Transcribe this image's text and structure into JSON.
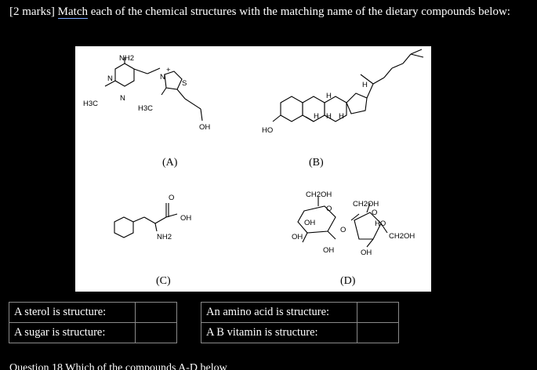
{
  "question": {
    "marks": "[2 marks]",
    "verb": "Match",
    "text": "each of the chemical structures with the matching name of the dietary compounds below:"
  },
  "structures": {
    "A": {
      "caption": "(A)",
      "labels": {
        "nh2": "NH2",
        "n1": "N",
        "n2": "N",
        "n_plus": "N",
        "plus": "+",
        "s": "S",
        "h3c_1": "H3C",
        "h3c_2": "H3C",
        "oh": "OH"
      }
    },
    "B": {
      "caption": "(B)",
      "labels": {
        "ho": "HO",
        "h1": "H",
        "h2": "H",
        "h3": "H",
        "h4": "H",
        "h5": "H"
      }
    },
    "C": {
      "caption": "(C)",
      "labels": {
        "o": "O",
        "oh": "OH",
        "nh2": "NH2"
      }
    },
    "D": {
      "caption": "(D)",
      "labels": {
        "ch2oh_1": "CH2OH",
        "ch2oh_2": "CH2OH",
        "ch2oh_3": "CH2OH",
        "o1": "O",
        "o2": "O",
        "o3": "O",
        "oh1": "OH",
        "oh2": "OH",
        "oh3": "OH",
        "oh4": "OH",
        "ho": "HO"
      }
    }
  },
  "answers": [
    {
      "prompt": "A sterol is structure:",
      "value": ""
    },
    {
      "prompt": "A sugar is structure:",
      "value": ""
    },
    {
      "prompt": "An amino acid is structure:",
      "value": ""
    },
    {
      "prompt": "A B vitamin is structure:",
      "value": ""
    }
  ],
  "next_question_partial": "Question 18 Which of the compounds A-D below"
}
